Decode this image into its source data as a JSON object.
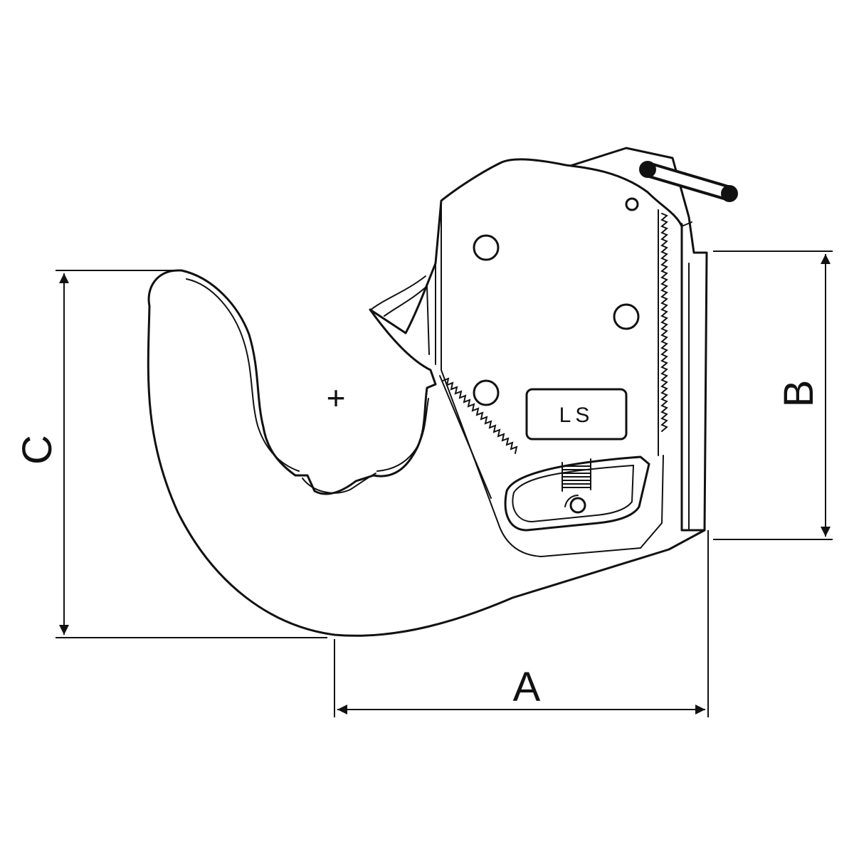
{
  "diagram": {
    "dimension_labels": {
      "a": "A",
      "b": "B",
      "c": "C"
    },
    "plate_text": "LS",
    "center_mark": "+"
  }
}
